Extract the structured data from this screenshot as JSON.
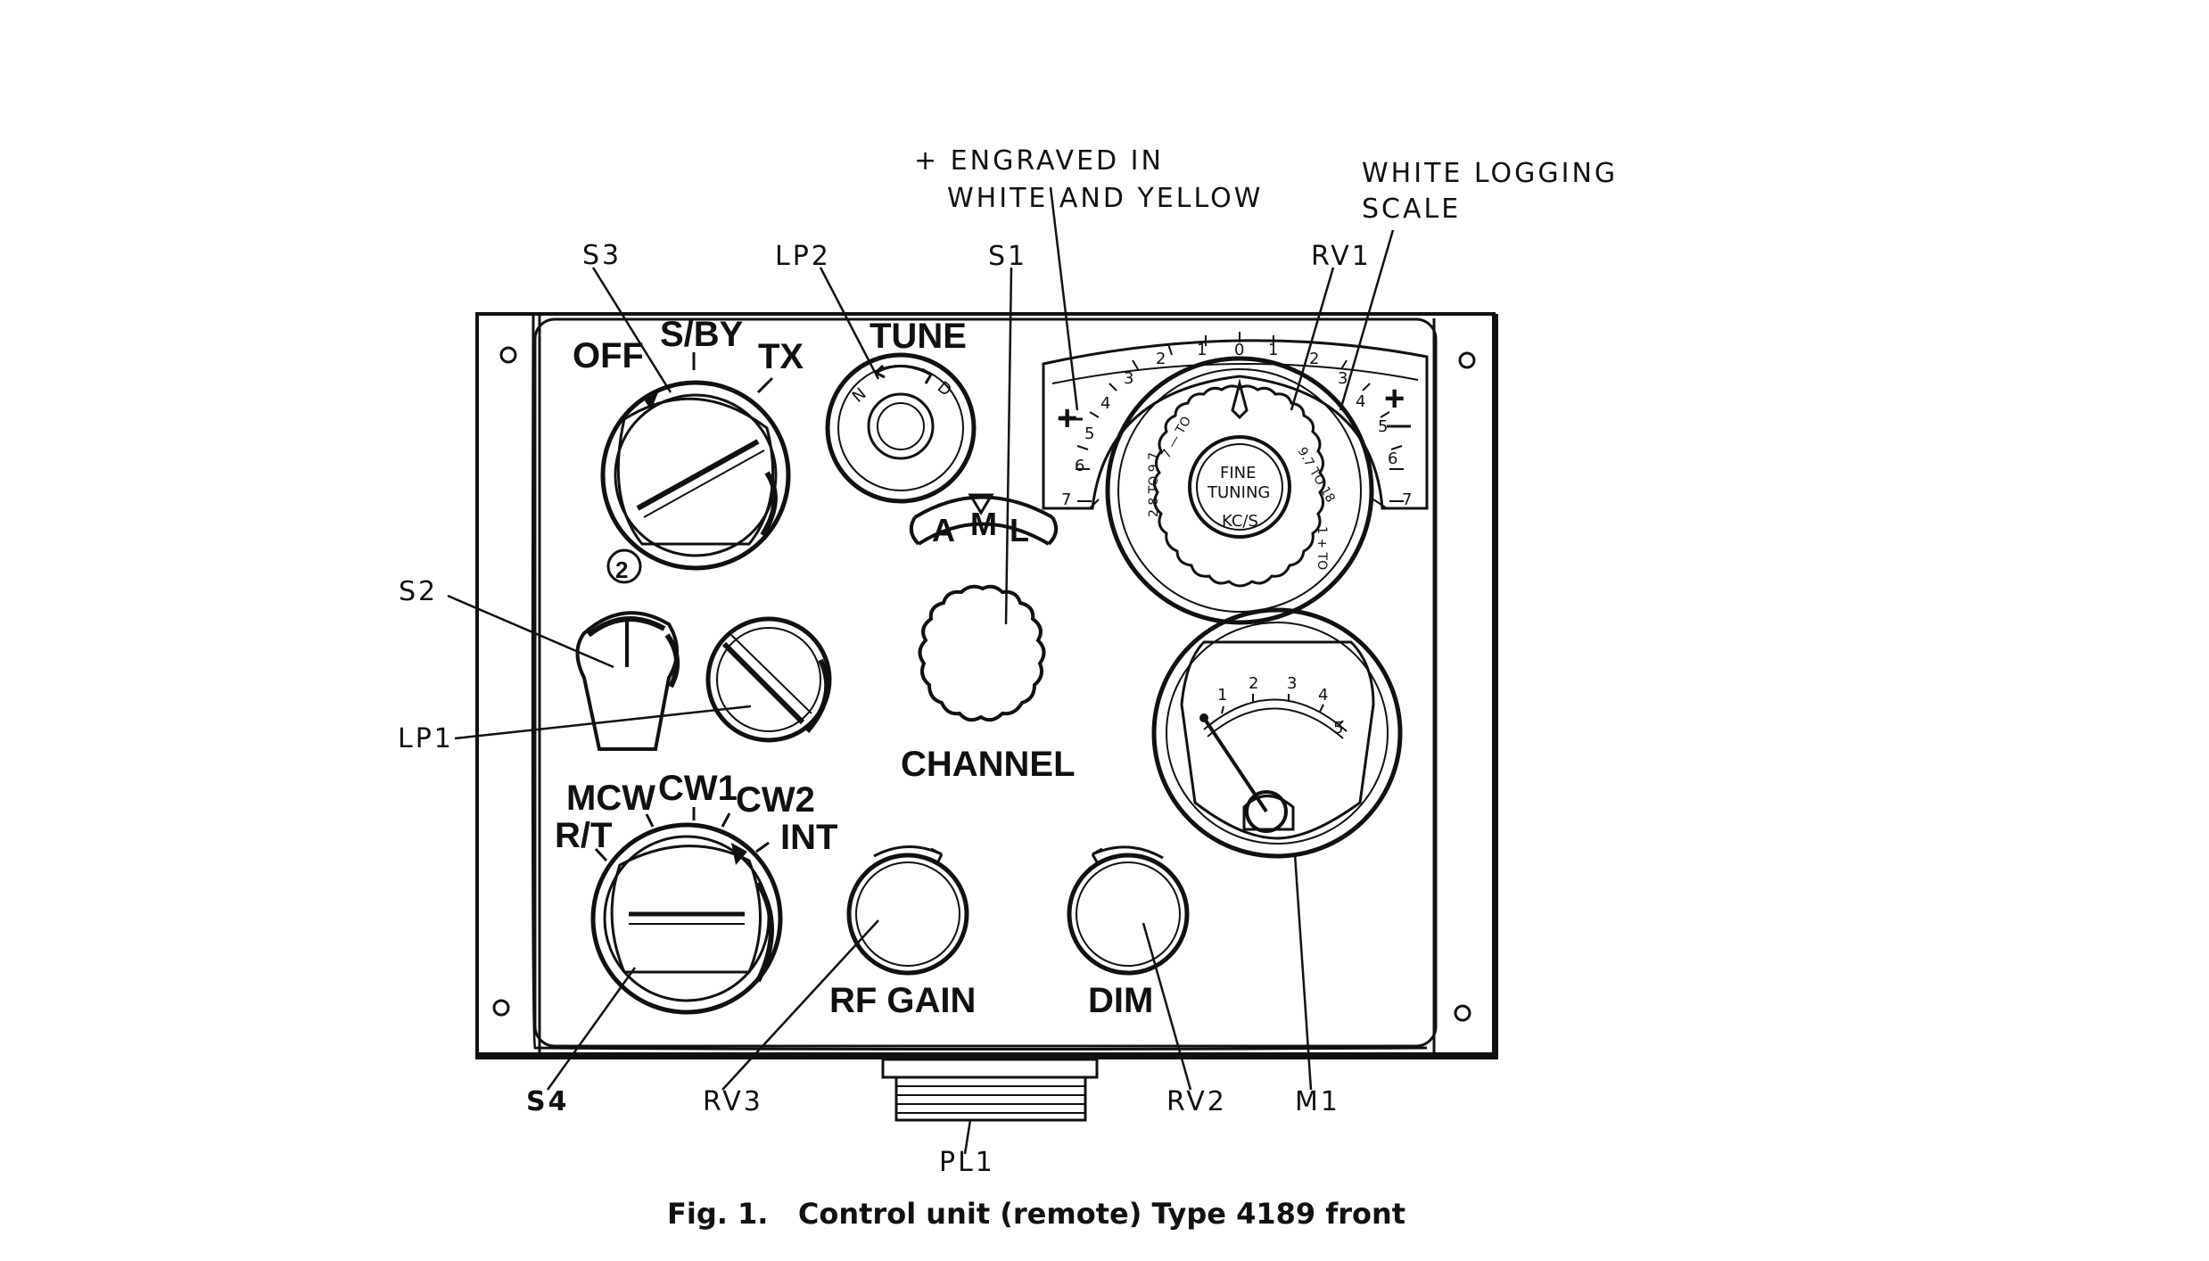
{
  "callouts": {
    "s3": "S3",
    "lp2": "LP2",
    "s1": "S1",
    "rv1": "RV1",
    "s2": "S2",
    "lp1": "LP1",
    "s4": "S4",
    "rv3": "RV3",
    "pl1": "PL1",
    "rv2": "RV2",
    "m1": "M1"
  },
  "notes": {
    "engraved_line1": "+ ENGRAVED IN",
    "engraved_line2": "WHITE AND YELLOW",
    "logging_line1": "WHITE LOGGING",
    "logging_line2": "SCALE"
  },
  "panel": {
    "s3_off": "OFF",
    "s3_sby": "S/BY",
    "s3_tx": "TX",
    "tune": "TUNE",
    "tune_n": "N",
    "tune_d": "D",
    "aml_a": "A",
    "aml_m": "M",
    "aml_l": "L",
    "channel": "CHANNEL",
    "marker_2": "2",
    "mode_mcw": "MCW",
    "mode_cw1": "CW1",
    "mode_cw2": "CW2",
    "mode_rt": "R/T",
    "mode_int": "INT",
    "rf_gain": "RF GAIN",
    "dim": "DIM",
    "fine_1": "FINE",
    "fine_2": "TUNING",
    "fine_3": "KC/S",
    "plus_left": "+",
    "plus_right": "+"
  },
  "tuning_scale": {
    "center": "0",
    "left": [
      "1",
      "2",
      "3",
      "4",
      "5",
      "6",
      "7"
    ],
    "right": [
      "1",
      "2",
      "3",
      "4",
      "5",
      "6",
      "7"
    ]
  },
  "meter_scale": [
    "1",
    "2",
    "3",
    "4",
    "5"
  ],
  "caption": "Fig. 1.   Control unit (remote) Type 4189 front"
}
